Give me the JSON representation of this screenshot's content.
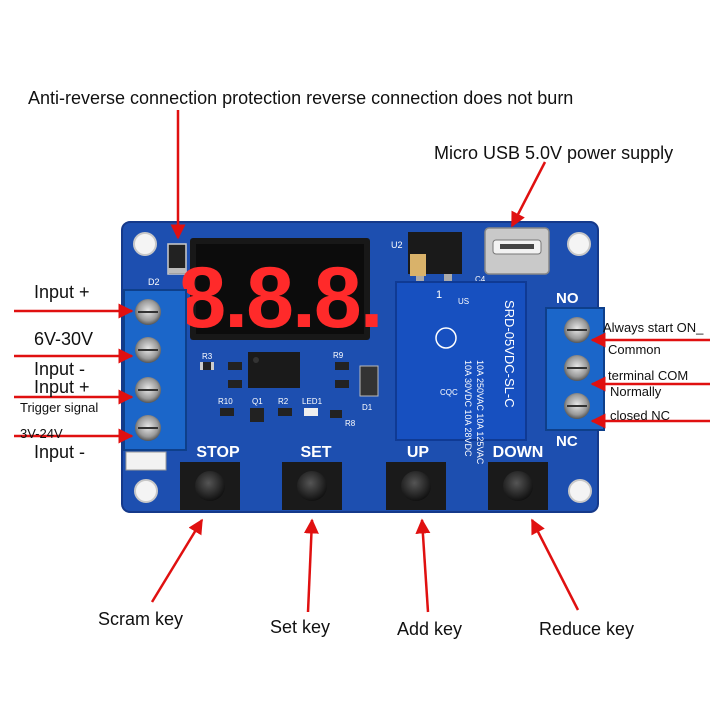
{
  "callouts": {
    "reverse_protection": "Anti-reverse connection protection reverse connection does not burn",
    "usb_power": "Micro USB 5.0V power supply",
    "input_plus": "Input +",
    "voltage_range": "6V-30V",
    "input_minus": "Input -",
    "input_plus_2": "Input +",
    "trigger_signal": "Trigger signal",
    "trigger_voltage": "3V-24V",
    "input_minus_2": "Input -",
    "always_start_on": "Always start ON_",
    "common": "Common",
    "terminal_com": "terminal COM",
    "normally": "Normally",
    "closed_nc": "closed NC",
    "scram_key": "Scram key",
    "set_key": "Set key",
    "add_key": "Add key",
    "reduce_key": "Reduce key"
  },
  "board": {
    "display": "8.8.8.",
    "relay_line1": "SRD-05VDC-SL-C",
    "relay_line2": "10A 250VAC  10A 125VAC",
    "relay_line3": "10A 30VDC  10A 28VDC",
    "relay_pin": "1",
    "relay_cert": "CQC",
    "button_stop": "STOP",
    "button_set": "SET",
    "button_up": "UP",
    "button_down": "DOWN",
    "no": "NO",
    "nc": "NC",
    "d2": "D2",
    "u2": "U2",
    "c4": "C4",
    "r3": "R3",
    "r9": "R9",
    "r10": "R10",
    "q1": "Q1",
    "r2": "R2",
    "led1": "LED1",
    "r8": "R8",
    "d1": "D1",
    "ul": "US"
  },
  "colors": {
    "pcb": "#1d4fb0",
    "terminal": "#1b66c9",
    "arrow": "#e01010",
    "display_segment": "#ff2a2a",
    "relay": "#1750c0"
  }
}
